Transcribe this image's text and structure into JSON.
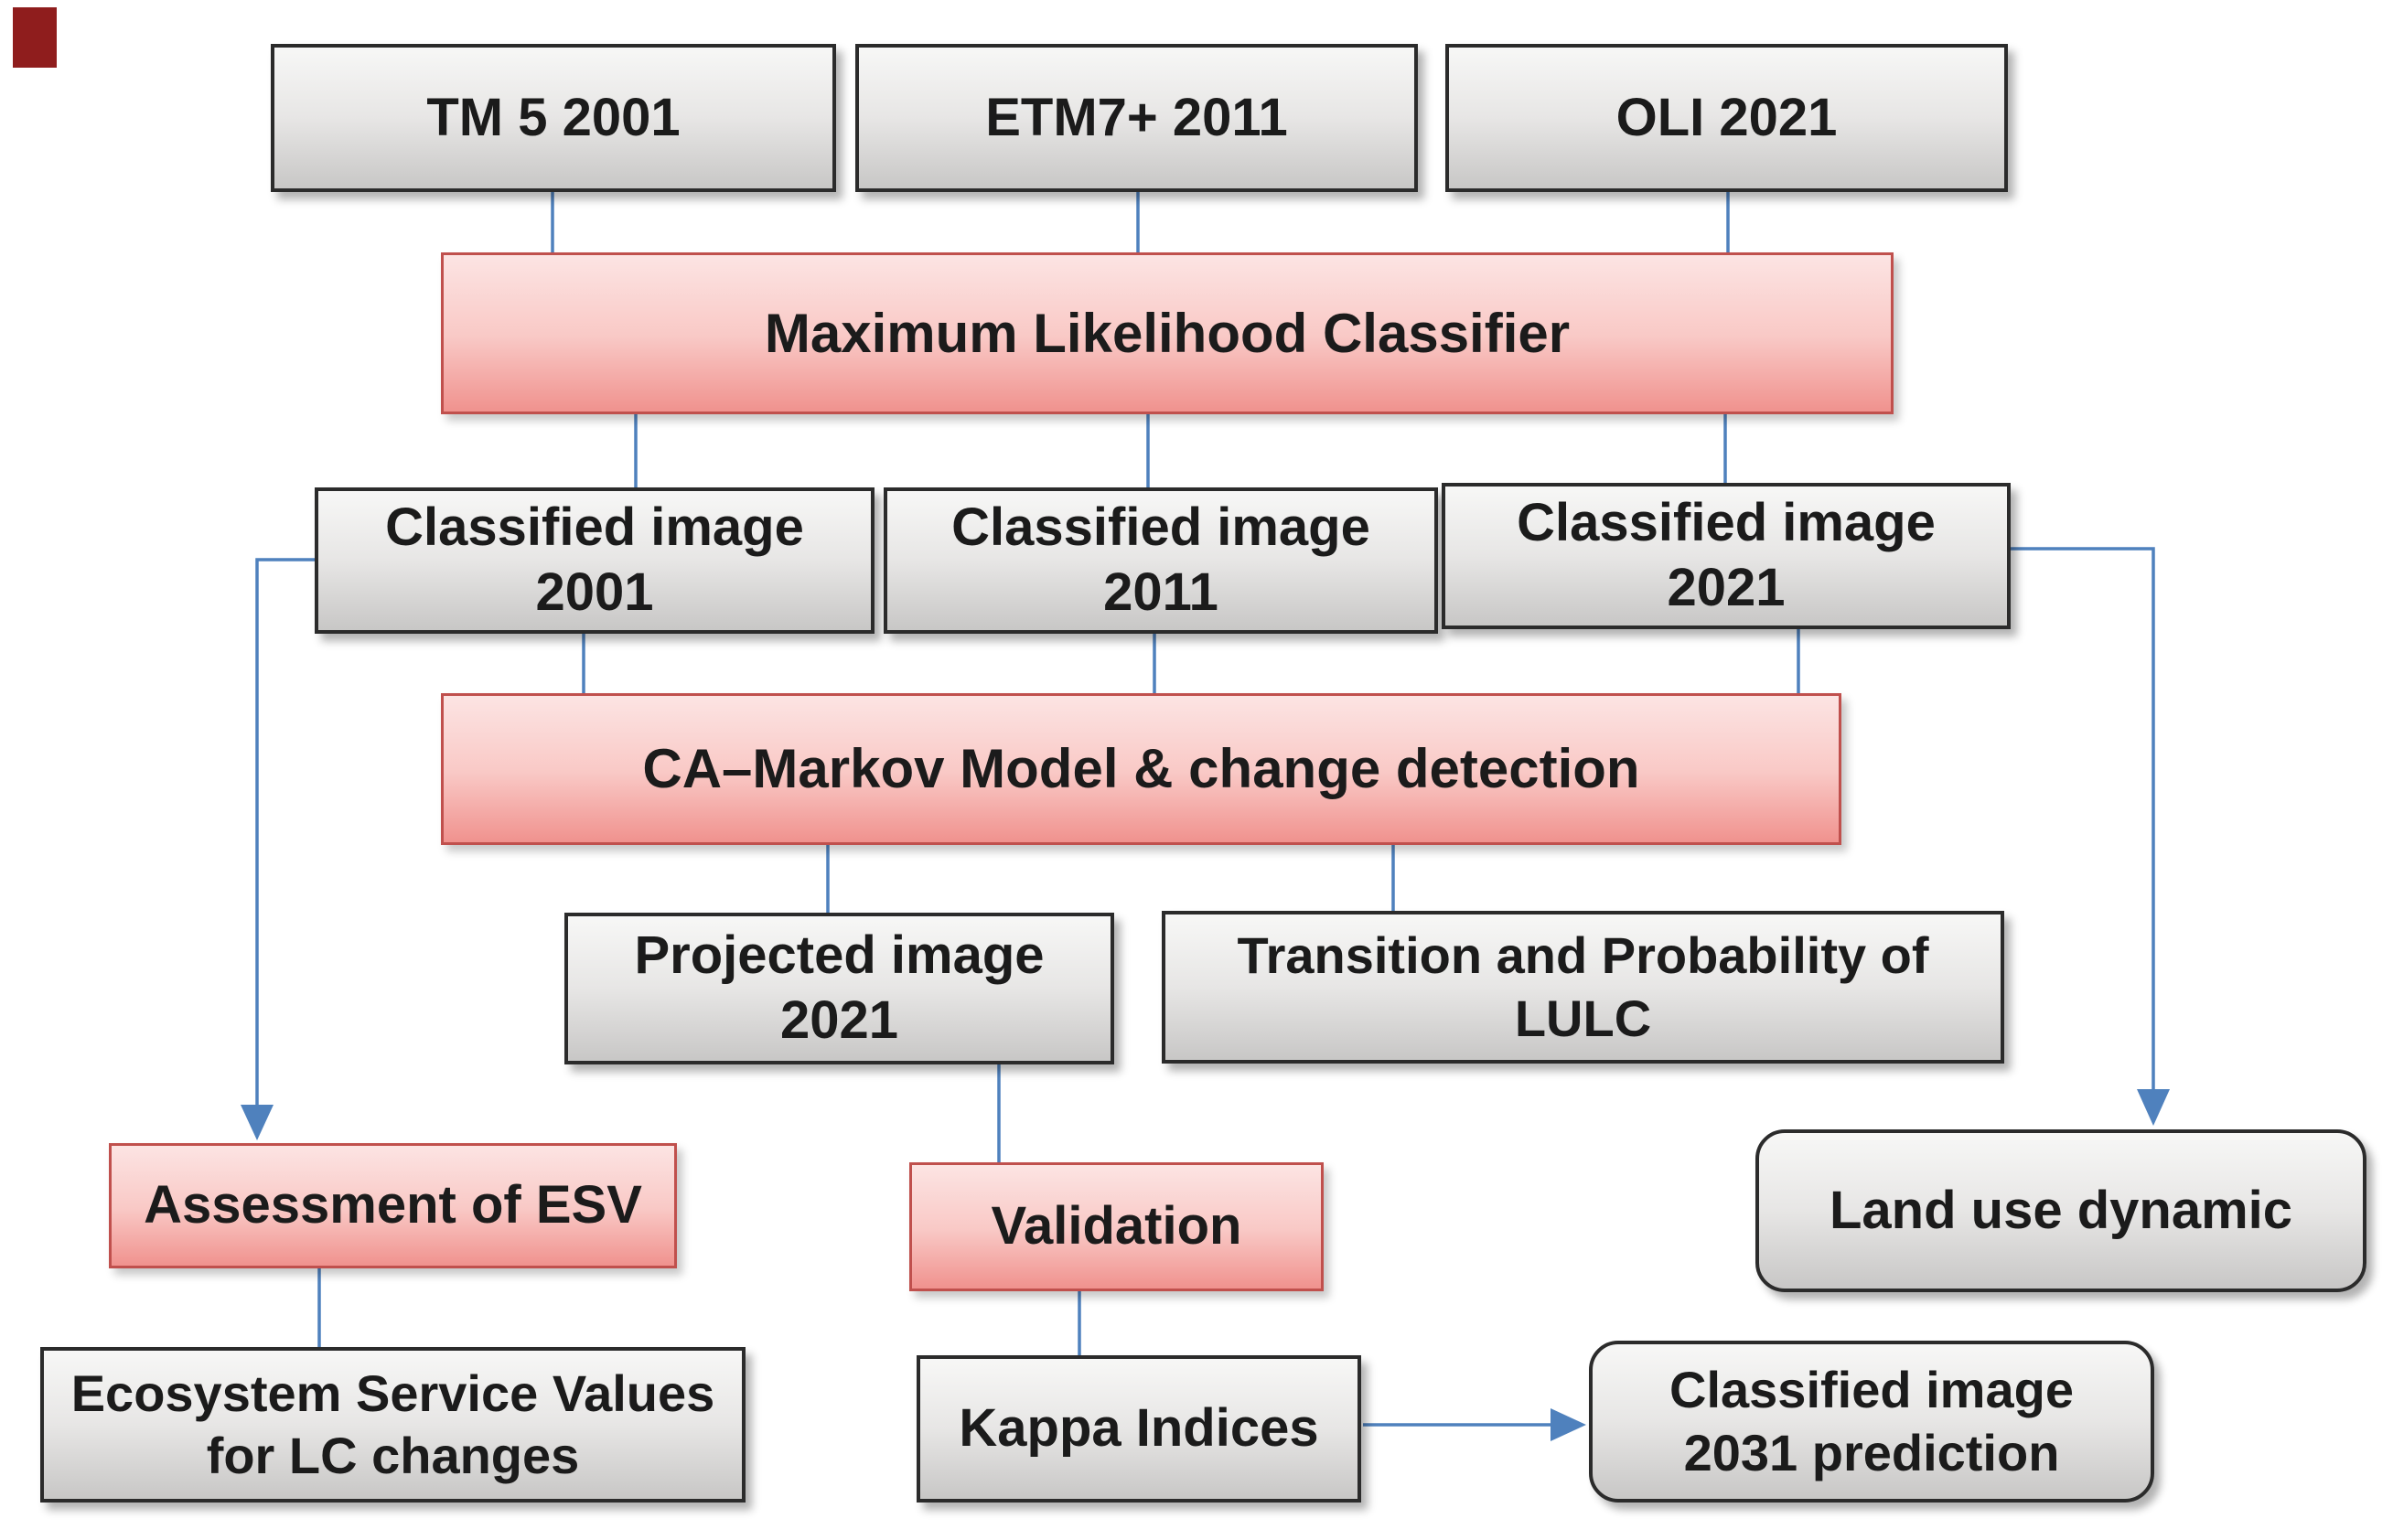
{
  "colors": {
    "background": "#ffffff",
    "gray_top": "#f7f7f6",
    "gray_bottom": "#c8c7c6",
    "gray_border": "#2b2b2b",
    "pink_top": "#fce4e3",
    "pink_bottom": "#f0928e",
    "pink_border": "#c0504d",
    "connector_blue": "#4f81bd",
    "text": "#1b1b1b",
    "corner_marker": "#8f1d1d"
  },
  "nodes": {
    "tm": {
      "label": "TM 5 2001"
    },
    "etm": {
      "label": "ETM7+ 2011"
    },
    "oli": {
      "label": "OLI 2021"
    },
    "mlc": {
      "label": "Maximum Likelihood Classifier"
    },
    "c2001": {
      "label": "Classified image\n2001"
    },
    "c2011": {
      "label": "Classified image\n2011"
    },
    "c2021": {
      "label": "Classified image\n2021"
    },
    "cam": {
      "label": "CA–Markov Model & change detection"
    },
    "proj": {
      "label": "Projected image\n2021"
    },
    "trans": {
      "label": "Transition and Probability of\nLULC"
    },
    "assess": {
      "label": "Assessment of ESV"
    },
    "valid": {
      "label": "Validation"
    },
    "landuse": {
      "label": "Land use dynamic"
    },
    "eco": {
      "label": "Ecosystem Service Values\nfor LC changes"
    },
    "kappa": {
      "label": "Kappa Indices"
    },
    "pred": {
      "label": "Classified image\n2031 prediction"
    }
  }
}
